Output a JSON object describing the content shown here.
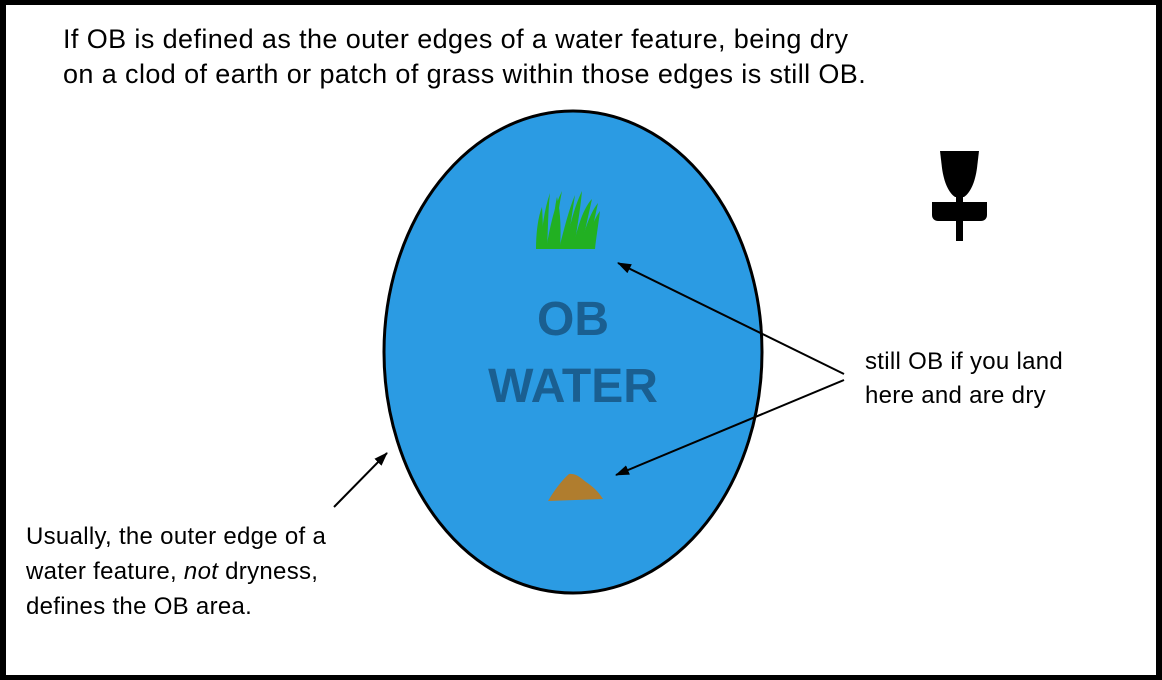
{
  "headline": {
    "line1": "If OB is defined as the outer edges of a water feature, being dry",
    "line2": "on a clod of earth or patch of grass within those edges is still OB."
  },
  "water": {
    "label_line1": "OB",
    "label_line2": "WATER",
    "fill_color": "#2b9be3",
    "label_color": "#1a5f91"
  },
  "grass_color": "#22b022",
  "dirt_color": "#b07d2e",
  "callout_right": {
    "line1": "still OB if you land",
    "line2": "here and are dry"
  },
  "callout_left": {
    "line1": "Usually, the outer edge of a",
    "line2_pre": "water feature, ",
    "line2_emph": "not",
    "line2_post": " dryness,",
    "line3": "defines the OB area."
  },
  "icons": [
    "grass-icon",
    "dirt-clod-icon",
    "disc-golf-basket-icon"
  ]
}
